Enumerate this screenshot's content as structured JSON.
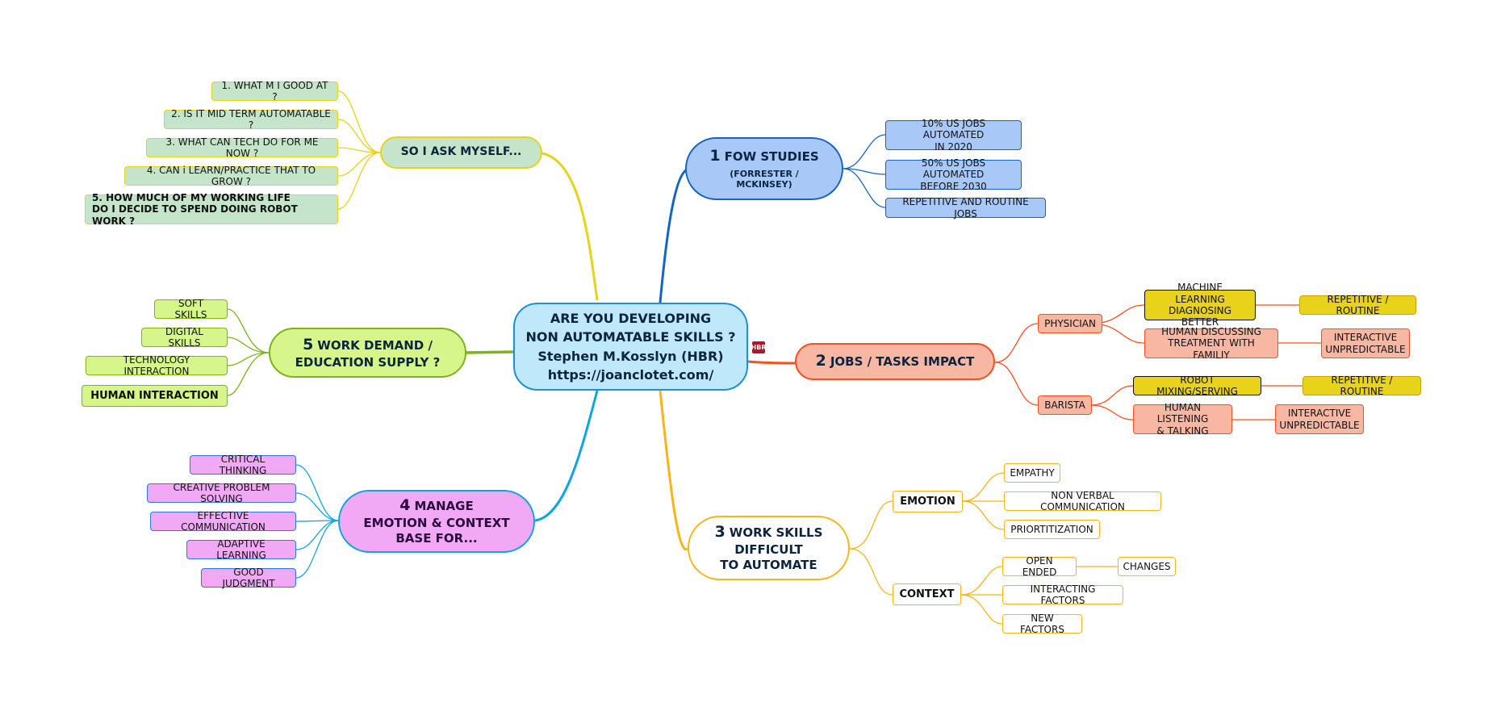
{
  "center": {
    "line1": "ARE YOU DEVELOPING",
    "line2": "NON AUTOMATABLE SKILLS ?",
    "line3": "Stephen M.Kosslyn (HBR)",
    "line4": "https://joanclotet.com/",
    "badge": "HBR"
  },
  "branches": {
    "fow": {
      "num": "1",
      "label": "FOW STUDIES",
      "sub": "(FORRESTER /\nMCKINSEY)",
      "color": "#1565c0",
      "items": [
        "10% US JOBS AUTOMATED\nIN 2020",
        "50% US JOBS AUTOMATED\nBEFORE 2030",
        "REPETITIVE AND ROUTINE JOBS"
      ]
    },
    "jobs": {
      "num": "2",
      "label": "JOBS / TASKS IMPACT",
      "color": "#f4511e",
      "physician": "PHYSICIAN",
      "physician_items": [
        "MACHINE LEARNING\nDIAGNOSING BETTER",
        "HUMAN DISCUSSING\nTREATMENT WITH FAMILIY"
      ],
      "physician_results": [
        "REPETITIVE / ROUTINE",
        "INTERACTIVE\nUNPREDICTABLE"
      ],
      "barista": "BARISTA",
      "barista_items": [
        "ROBOT MIXING/SERVING",
        "HUMAN LISTENING\n& TALKING"
      ],
      "barista_results": [
        "REPETITIVE / ROUTINE",
        "INTERACTIVE\nUNPREDICTABLE"
      ]
    },
    "skills": {
      "num": "3",
      "label": "WORK SKILLS\nDIFFICULT\nTO AUTOMATE",
      "color": "#f9b418",
      "emotion": "EMOTION",
      "emotion_items": [
        "EMPATHY",
        "NON VERBAL COMMUNICATION",
        "PRIORTITIZATION"
      ],
      "context": "CONTEXT",
      "context_items": [
        "OPEN ENDED",
        "INTERACTING FACTORS",
        "NEW FACTORS"
      ],
      "open_ended_child": "CHANGES"
    },
    "manage": {
      "num": "4",
      "label": "MANAGE\nEMOTION & CONTEXT\nBASE FOR...",
      "color": "#0ea5e0",
      "items": [
        "CRITICAL THINKING",
        "CREATIVE PROBLEM SOLVING",
        "EFFECTIVE COMMUNICATION",
        "ADAPTIVE LEARNING",
        "GOOD JUDGMENT"
      ]
    },
    "demand": {
      "num": "5",
      "label": "WORK DEMAND /\nEDUCATION SUPPLY ?",
      "color": "#7cb518",
      "items": [
        "SOFT SKILLS",
        "DIGITAL SKILLS",
        "TECHNOLOGY INTERACTION",
        "HUMAN INTERACTION"
      ]
    },
    "ask": {
      "label": "SO I ASK MYSELF...",
      "color": "#e8d21a",
      "items": [
        "1. WHAT M I  GOOD AT ?",
        "2. IS IT MID TERM AUTOMATABLE ?",
        "3. WHAT CAN TECH DO FOR ME  NOW ?",
        "4. CAN i LEARN/PRACTICE THAT TO GROW ?",
        "5. HOW MUCH OF MY WORKING LIFE\nDO I DECIDE  TO SPEND DOING ROBOT WORK ?"
      ]
    }
  }
}
